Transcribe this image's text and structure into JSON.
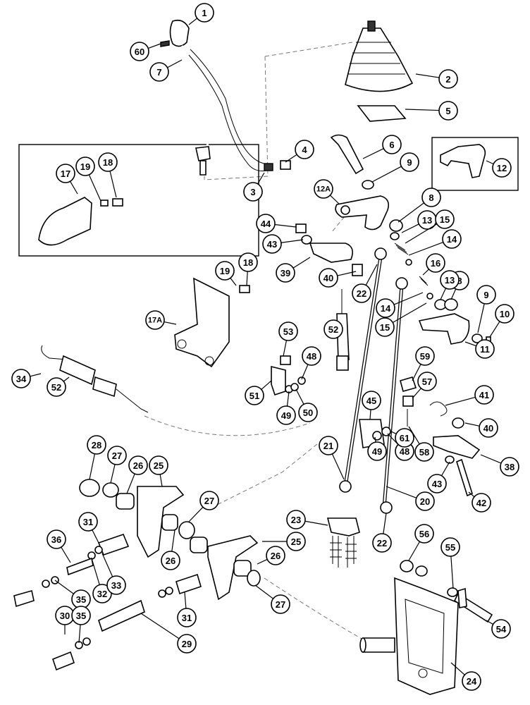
{
  "callouts": [
    {
      "label": "1"
    },
    {
      "label": "2"
    },
    {
      "label": "3"
    },
    {
      "label": "4"
    },
    {
      "label": "5"
    },
    {
      "label": "6"
    },
    {
      "label": "7"
    },
    {
      "label": "8"
    },
    {
      "label": "8"
    },
    {
      "label": "9"
    },
    {
      "label": "9"
    },
    {
      "label": "10"
    },
    {
      "label": "11"
    },
    {
      "label": "12"
    },
    {
      "label": "12A"
    },
    {
      "label": "13"
    },
    {
      "label": "13"
    },
    {
      "label": "14"
    },
    {
      "label": "14"
    },
    {
      "label": "15"
    },
    {
      "label": "15"
    },
    {
      "label": "16"
    },
    {
      "label": "17"
    },
    {
      "label": "17A"
    },
    {
      "label": "18"
    },
    {
      "label": "18"
    },
    {
      "label": "19"
    },
    {
      "label": "19"
    },
    {
      "label": "20"
    },
    {
      "label": "21"
    },
    {
      "label": "22"
    },
    {
      "label": "22"
    },
    {
      "label": "23"
    },
    {
      "label": "24"
    },
    {
      "label": "25"
    },
    {
      "label": "25"
    },
    {
      "label": "26"
    },
    {
      "label": "26"
    },
    {
      "label": "26"
    },
    {
      "label": "27"
    },
    {
      "label": "27"
    },
    {
      "label": "27"
    },
    {
      "label": "28"
    },
    {
      "label": "29"
    },
    {
      "label": "30"
    },
    {
      "label": "31"
    },
    {
      "label": "31"
    },
    {
      "label": "32"
    },
    {
      "label": "33"
    },
    {
      "label": "34"
    },
    {
      "label": "35"
    },
    {
      "label": "35"
    },
    {
      "label": "36"
    },
    {
      "label": "38"
    },
    {
      "label": "39"
    },
    {
      "label": "40"
    },
    {
      "label": "40"
    },
    {
      "label": "41"
    },
    {
      "label": "42"
    },
    {
      "label": "43"
    },
    {
      "label": "43"
    },
    {
      "label": "44"
    },
    {
      "label": "45"
    },
    {
      "label": "48"
    },
    {
      "label": "48"
    },
    {
      "label": "49"
    },
    {
      "label": "49"
    },
    {
      "label": "50"
    },
    {
      "label": "51"
    },
    {
      "label": "52"
    },
    {
      "label": "52"
    },
    {
      "label": "53"
    },
    {
      "label": "54"
    },
    {
      "label": "55"
    },
    {
      "label": "56"
    },
    {
      "label": "57"
    },
    {
      "label": "58"
    },
    {
      "label": "59"
    },
    {
      "label": "60"
    },
    {
      "label": "61"
    }
  ]
}
